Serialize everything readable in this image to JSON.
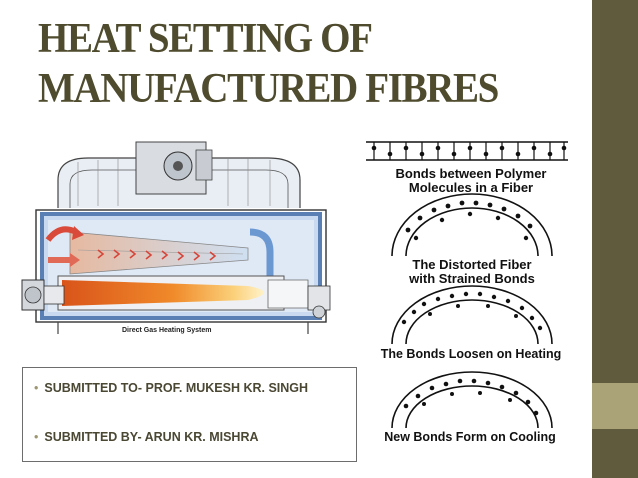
{
  "slide": {
    "title_line1": "HEAT SETTING OF",
    "title_line2": "MANUFACTURED FIBRES"
  },
  "heater": {
    "caption": "Direct Gas Heating System"
  },
  "bond_diagram": {
    "label1_line1": "Bonds between Polymer",
    "label1_line2": "Molecules in a Fiber",
    "label2_line1": "The Distorted Fiber",
    "label2_line2": "with Strained Bonds",
    "label3": "The Bonds Loosen on Heating",
    "label4": "New Bonds Form on Cooling"
  },
  "submission": {
    "submitted_to": "SUBMITTED TO- PROF. MUKESH KR. SINGH",
    "submitted_by": "SUBMITTED BY- ARUN KR. MISHRA",
    "bullet": "•"
  },
  "colors": {
    "title": "#4e4b2e",
    "band": "#615b3d",
    "accent": "#aaa377"
  }
}
